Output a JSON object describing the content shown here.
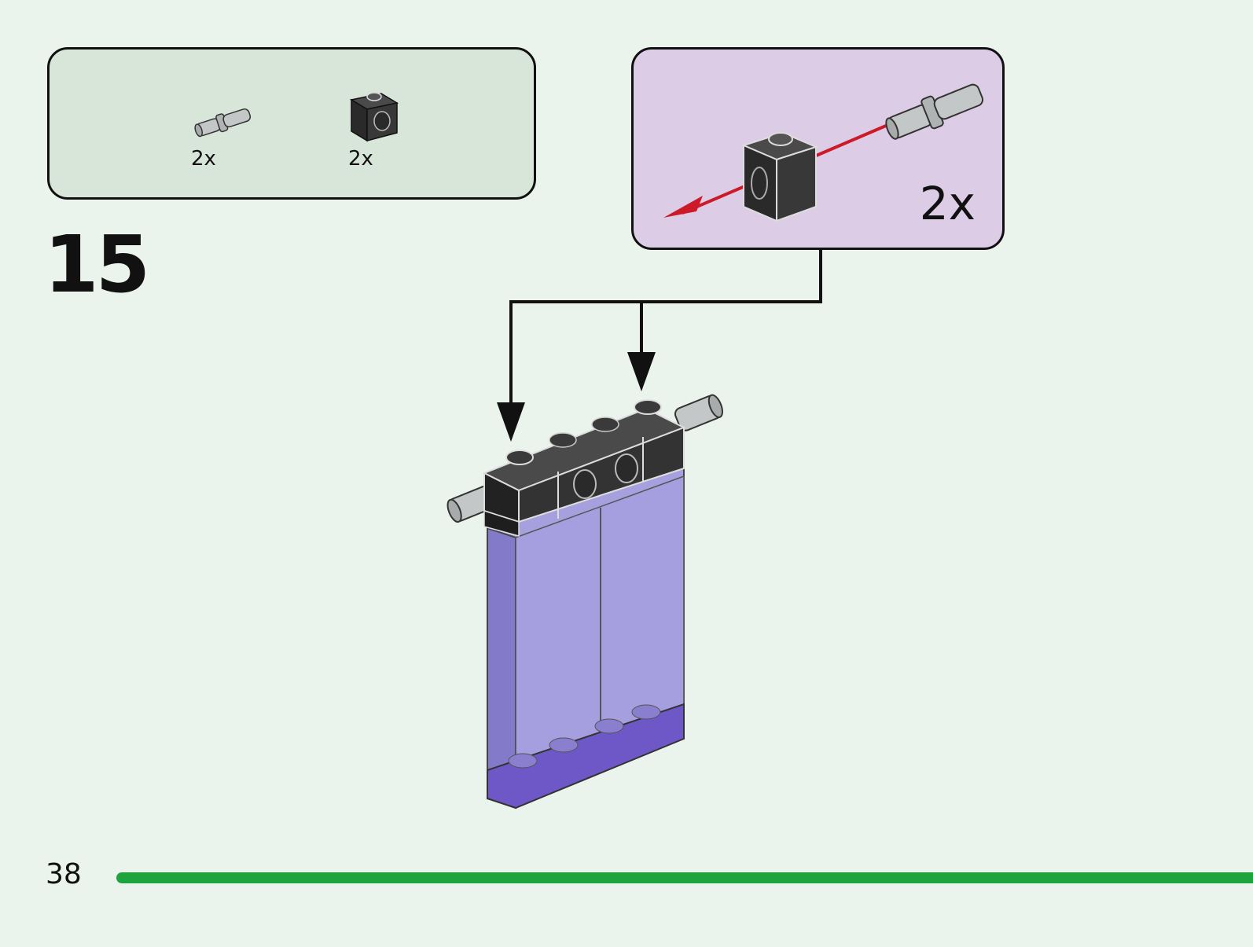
{
  "parts_list": {
    "items": [
      {
        "icon": "technic-pin-icon",
        "count": "2x"
      },
      {
        "icon": "technic-brick-icon",
        "count": "2x"
      }
    ]
  },
  "submodel": {
    "count": "2x",
    "arrow_color": "#cc1a28",
    "background": "#ddcce6"
  },
  "step": {
    "number": "15"
  },
  "page": {
    "number": "38"
  },
  "colors": {
    "page_background": "#ebf4ec",
    "parts_box_background": "#d8e6da",
    "footer_line": "#1ea43c",
    "brick_dark": "#2e2e2e",
    "trans_purple": "#9a92dc",
    "pin_gray": "#b9bcbc"
  }
}
